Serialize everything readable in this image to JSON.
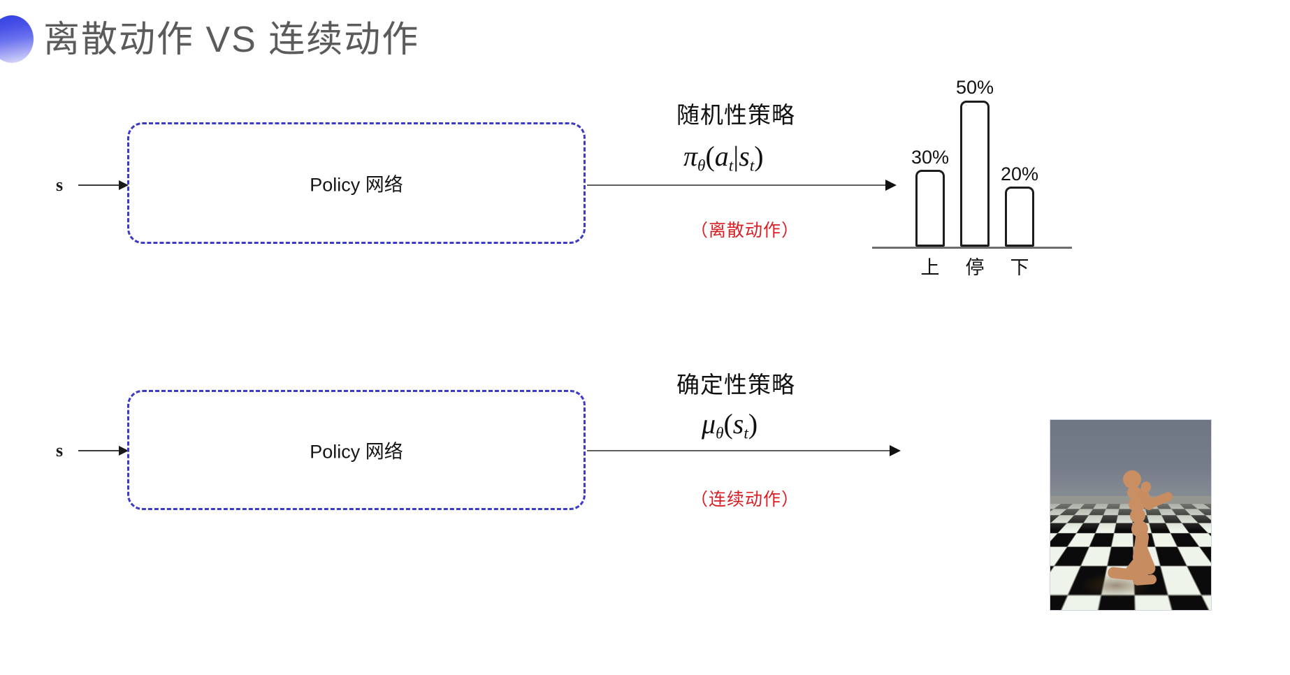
{
  "slide": {
    "title": "离散动作 VS 连续动作",
    "bullet_icon": "half-circle-bullet-icon",
    "title_color": "#5b5b5b",
    "accent_color": "#3b3bc8",
    "note_color": "#d81f26"
  },
  "rows": [
    {
      "id": "discrete",
      "input_label": "s",
      "box_label": "Policy 网络",
      "policy_kind": "随机性策略",
      "formula_parts": {
        "fn": "π",
        "sub1": "θ",
        "open": "(",
        "arg": "a",
        "argsub": "t",
        "bar": "|",
        "arg2": "s",
        "arg2sub": "t",
        "close": ")"
      },
      "formula_plain": "π_θ(a_t|s_t)",
      "action_note": "（离散动作）",
      "output_kind": "bar-chart"
    },
    {
      "id": "continuous",
      "input_label": "s",
      "box_label": "Policy 网络",
      "policy_kind": "确定性策略",
      "formula_parts": {
        "fn": "μ",
        "sub1": "θ",
        "open": "(",
        "arg": "s",
        "argsub": "t",
        "close": ")"
      },
      "formula_plain": "μ_θ(s_t)",
      "action_note": "（连续动作）",
      "output_kind": "humanoid-sim-image"
    }
  ],
  "chart_data": {
    "type": "bar",
    "title": "",
    "categories": [
      "上",
      "停",
      "下"
    ],
    "values": [
      30,
      50,
      20
    ],
    "value_labels": [
      "30%",
      "50%",
      "20%"
    ],
    "xlabel": "",
    "ylabel": "",
    "ylim": [
      0,
      60
    ],
    "grid": false,
    "legend": "none",
    "bar_style": "outlined",
    "bar_fill": "#ffffff",
    "bar_stroke": "#1c1c1c",
    "axis_color": "#6d6d6d"
  },
  "sim_image": {
    "caption": "humanoid-walker-simulation",
    "sky_color": "#6f7683",
    "floor_colors": [
      "#0b0b0b",
      "#e9efe4"
    ],
    "figure_color": "#c98f62"
  }
}
